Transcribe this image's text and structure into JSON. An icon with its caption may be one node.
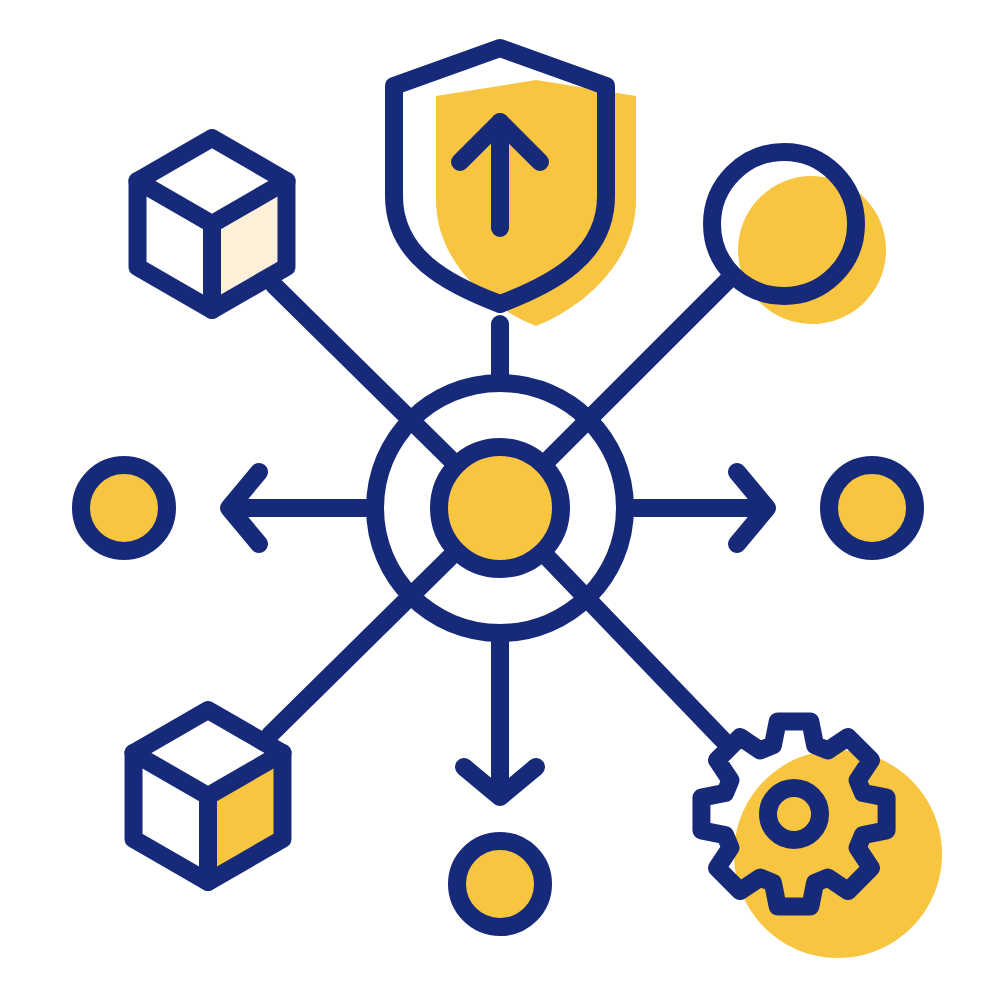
{
  "diagram": {
    "nodes": [
      {
        "text": [],
        "shape": "shield"
      },
      {
        "text": [],
        "shape": "cube"
      },
      {
        "text": [],
        "shape": "circle"
      },
      {
        "text": [],
        "shape": "circle"
      },
      {
        "text": [],
        "shape": "circle",
        "in": 3
      },
      {
        "text": [],
        "shape": "circle"
      },
      {
        "text": [],
        "shape": "circle"
      },
      {
        "text": [],
        "shape": "cube"
      },
      {
        "text": [],
        "shape": "gear"
      },
      {
        "text": [],
        "shape": "circle"
      }
    ],
    "edges": [
      {
        "from": 3,
        "to": 0,
        "arrow": "none"
      },
      {
        "from": 4,
        "to": 1,
        "arrow": "none"
      },
      {
        "from": 4,
        "to": 2,
        "arrow": "none"
      },
      {
        "from": 3,
        "to": 5,
        "arrow": "to"
      },
      {
        "from": 3,
        "to": 6,
        "arrow": "to"
      },
      {
        "from": 4,
        "to": 7,
        "arrow": "none"
      },
      {
        "from": 4,
        "to": 8,
        "arrow": "none"
      },
      {
        "from": 3,
        "to": 9,
        "arrow": "to"
      }
    ]
  }
}
